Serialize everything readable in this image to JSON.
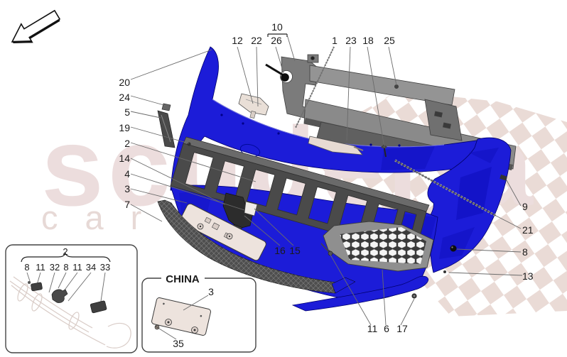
{
  "watermark": {
    "title": "scuderia",
    "subtitle": "car parts",
    "title_color": "#ecdddd",
    "subtitle_color": "#e7d9d6"
  },
  "diagram": {
    "colors": {
      "body_blue": "#1c1cd8",
      "body_blue_dark": "#0d0dbb",
      "beam_gray": "#8a8a8a",
      "grille_dark": "#4a4a4a",
      "plinth_beige": "#ede3dd",
      "checker_pink": "#eadbd6",
      "mesh_dark": "#3a3a3a"
    },
    "callouts": {
      "n20": "20",
      "n24": "24",
      "n5": "5",
      "n19": "19",
      "n2": "2",
      "n14": "14",
      "n4": "4",
      "n3": "3",
      "n7": "7",
      "n12": "12",
      "n22": "22",
      "n10": "10",
      "n26": "26",
      "n1": "1",
      "n23": "23",
      "n18": "18",
      "n25": "25",
      "n9": "9",
      "n21": "21",
      "n8": "8",
      "n13": "13",
      "n16": "16",
      "n15": "15",
      "n11": "11",
      "n6": "6",
      "n17": "17"
    }
  },
  "inset_group": {
    "group_label": "2",
    "fastener_labels": [
      "8",
      "11",
      "32",
      "8",
      "11",
      "34",
      "33"
    ]
  },
  "inset_china": {
    "title": "CHINA",
    "plate_label": "3",
    "screw_label": "35"
  }
}
